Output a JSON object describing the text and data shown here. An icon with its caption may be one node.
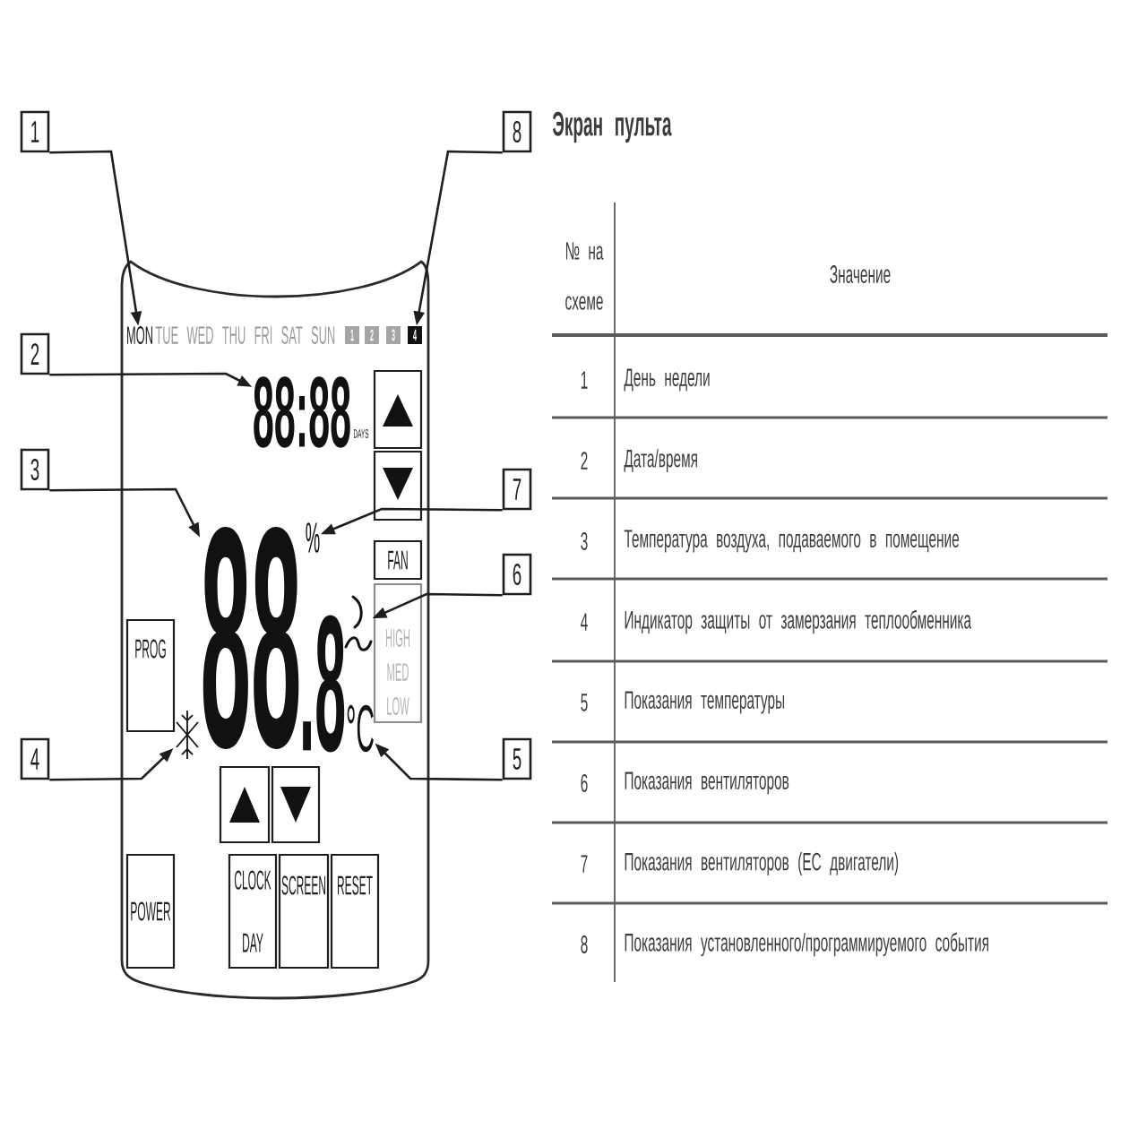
{
  "diagram": {
    "title": "Экран пульта",
    "nodes": [
      {
        "text": [],
        "shape": "box"
      },
      {
        "text": [
          "MON"
        ],
        "in": 0
      },
      {
        "text": [
          "1"
        ],
        "in": 0
      },
      {
        "text": [
          "2"
        ],
        "in": 0
      },
      {
        "text": [
          "3"
        ],
        "in": 0
      },
      {
        "text": [
          "4"
        ],
        "in": 0
      },
      {
        "text": [
          "88:88"
        ],
        "in": 0
      },
      {
        "text": [],
        "shape": "box",
        "in": 0
      },
      {
        "text": [],
        "shape": "box",
        "in": 0
      },
      {
        "text": [
          "88"
        ],
        "in": 0
      },
      {
        "text": [
          "%"
        ],
        "in": 0
      },
      {
        "text": [
          "FAN"
        ],
        "in": 0
      },
      {
        "text": [],
        "shape": "picture",
        "in": 0
      },
      {
        "text": [
          "HIGH MED LOW"
        ],
        "in": 0
      },
      {
        "text": [
          "PROG"
        ],
        "in": 0
      },
      {
        "text": [],
        "shape": "picture",
        "in": 0
      },
      {
        "text": [
          "°C"
        ],
        "in": 0
      },
      {
        "text": [],
        "shape": "box",
        "in": 0
      },
      {
        "text": [],
        "shape": "box",
        "in": 0
      },
      {
        "text": [
          "POWER"
        ],
        "in": 0
      },
      {
        "text": [
          "CLOCK",
          "DAY"
        ],
        "in": 0
      },
      {
        "text": [
          "SCREEN"
        ],
        "in": 0
      },
      {
        "text": [
          "RESET"
        ],
        "in": 0
      },
      {
        "text": [
          "1"
        ]
      },
      {
        "text": [
          "2"
        ]
      },
      {
        "text": [
          "3"
        ]
      },
      {
        "text": [
          "4"
        ]
      },
      {
        "text": [
          "5"
        ]
      },
      {
        "text": [
          "6"
        ]
      },
      {
        "text": [
          "7"
        ]
      },
      {
        "text": [
          "8"
        ]
      }
    ],
    "edges": [
      {
        "from": 23,
        "to": 1,
        "arrow": "to"
      },
      {
        "from": 24,
        "to": 6,
        "arrow": "to"
      },
      {
        "from": 25,
        "to": 9,
        "arrow": "to"
      },
      {
        "from": 26,
        "to": 15,
        "arrow": "to"
      },
      {
        "from": 27,
        "to": 16,
        "arrow": "to"
      },
      {
        "from": 28,
        "to": 12,
        "arrow": "to"
      },
      {
        "from": 29,
        "to": 10,
        "arrow": "to"
      },
      {
        "from": 30,
        "to": 5,
        "arrow": "to"
      }
    ],
    "labels": [
      "TUE WED THU FRI SAT SUN",
      "DAYS",
      ".8",
      "№ на схеме",
      "Значение",
      "1",
      "День недели",
      "2",
      "Дата/время",
      "3",
      "Температура воздуха, подаваемого в помещение",
      "4",
      "Индикатор защиты от замерзания теплообменника",
      "5",
      "Показания температуры",
      "6",
      "Показания вентиляторов",
      "7",
      "Показания вентиляторов (EC двигатели)",
      "8",
      "Показания установленного/программируемого события"
    ]
  }
}
